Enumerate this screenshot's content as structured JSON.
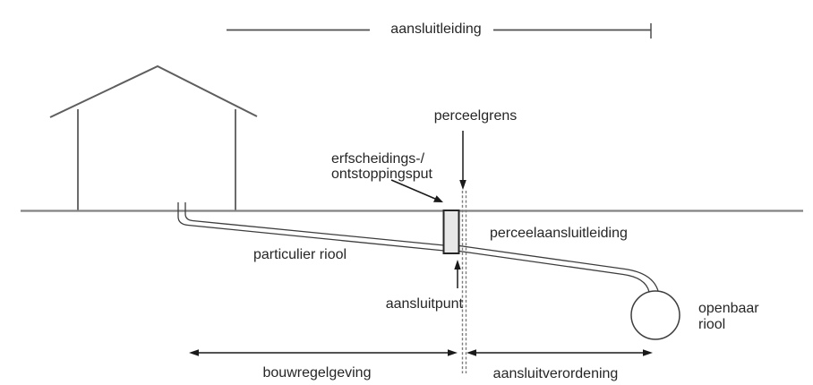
{
  "diagram": {
    "labels": {
      "aansluitleiding": "aansluitleiding",
      "perceelgrens": "perceelgrens",
      "erfscheidingsput_line1": "erfscheidings-/",
      "erfscheidingsput_line2": "ontstoppingsput",
      "particulier_riool": "particulier riool",
      "perceelaansluitleiding": "perceelaansluitleiding",
      "aansluitpunt": "aansluitpunt",
      "openbaar_riool_line1": "openbaar",
      "openbaar_riool_line2": "riool",
      "bouwregelgeving": "bouwregelgeving",
      "aansluitverordening": "aansluitverordening"
    },
    "colors": {
      "text": "#262626",
      "pipe_line": "#3d3d3d",
      "house_line": "#616161",
      "ground_line": "#828282",
      "dimension_line": "#4f4f4f",
      "arrow": "#1a1a1a",
      "boundary_dashed": "#7d7d7d",
      "chamber_fill": "#e8e8e8",
      "chamber_border": "#262626",
      "background": "#ffffff"
    }
  }
}
